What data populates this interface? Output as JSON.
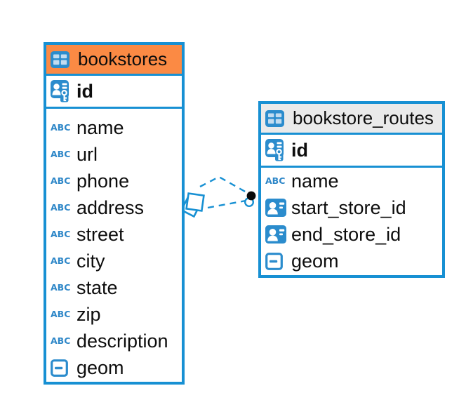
{
  "colors": {
    "accent_blue": "#1790d3",
    "icon_blue": "#2b8ccd",
    "header_orange": "#fb8a44",
    "header_gray": "#eaeaea",
    "text": "#0d0d0d",
    "canvas_bg": "#ffffff"
  },
  "icons": {
    "abc_text": "ABC"
  },
  "tables": [
    {
      "title": "bookstores",
      "header_color": "#fb8a44",
      "pk_label": "id",
      "pk_icon": "person-key-icon",
      "columns": [
        {
          "label": "name",
          "icon": "abc"
        },
        {
          "label": "url",
          "icon": "abc"
        },
        {
          "label": "phone",
          "icon": "abc"
        },
        {
          "label": "address",
          "icon": "abc"
        },
        {
          "label": "street",
          "icon": "abc"
        },
        {
          "label": "city",
          "icon": "abc"
        },
        {
          "label": "state",
          "icon": "abc"
        },
        {
          "label": "zip",
          "icon": "abc"
        },
        {
          "label": "description",
          "icon": "abc"
        },
        {
          "label": "geom",
          "icon": "geometry"
        }
      ]
    },
    {
      "title": "bookstore_routes",
      "header_color": "#eaeaea",
      "pk_label": "id",
      "pk_icon": "person-key-icon",
      "columns": [
        {
          "label": "name",
          "icon": "abc"
        },
        {
          "label": "start_store_id",
          "icon": "reference"
        },
        {
          "label": "end_store_id",
          "icon": "reference"
        },
        {
          "label": "geom",
          "icon": "geometry"
        }
      ]
    }
  ]
}
